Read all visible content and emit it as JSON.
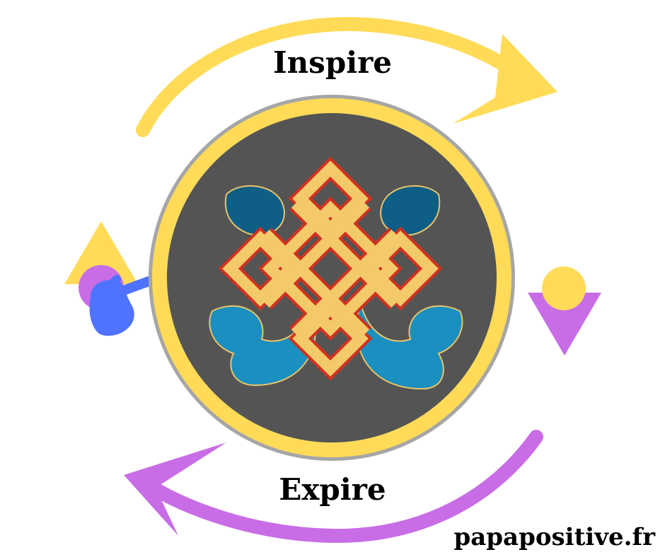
{
  "labels": {
    "inspire": "Inspire",
    "expire": "Expire",
    "site": "papapositive.fr"
  },
  "colors": {
    "yellow": "#FFDB58",
    "purple": "#C86DE6",
    "blue": "#4F73FF",
    "gray_ring": "#A6A6A6",
    "dark_disc": "#545454",
    "knot_gold": "#F3C96A",
    "knot_red": "#D0311E",
    "wave_blue": "#1A8FC0"
  },
  "icons": [
    "inspire-arrow-icon",
    "expire-arrow-icon",
    "triangle-up-icon",
    "pointing-hand-icon",
    "triangle-down-icon",
    "endless-knot-icon"
  ]
}
